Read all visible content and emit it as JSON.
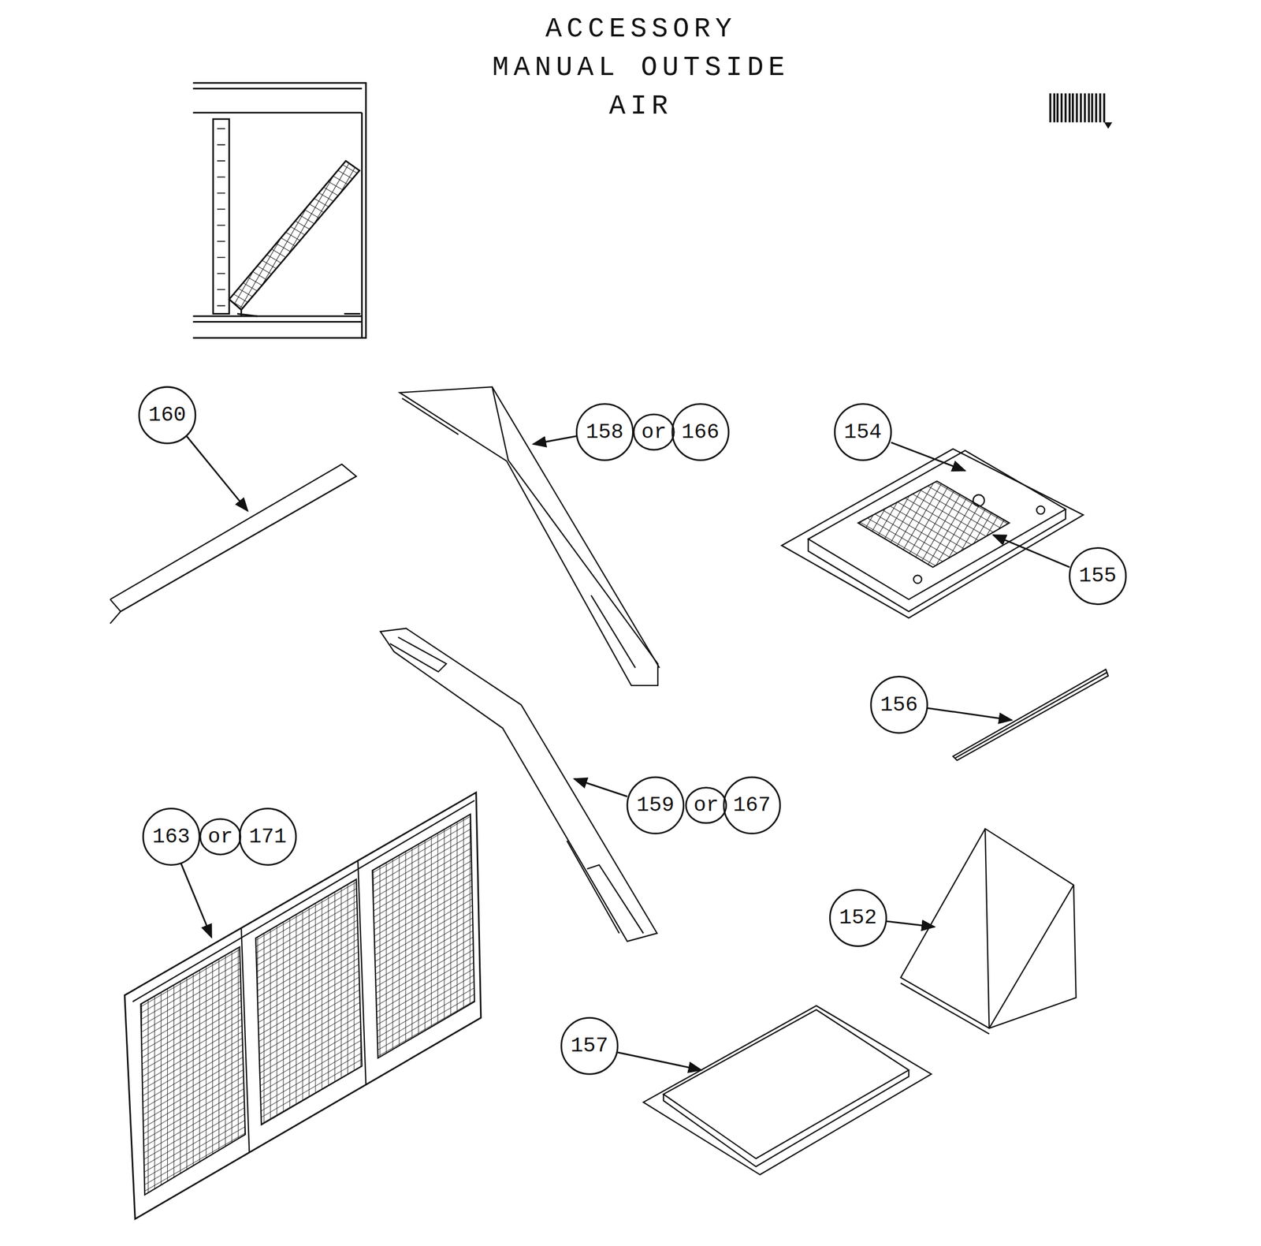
{
  "diagram": {
    "title": "ACCESSORY MANUAL OUTSIDE AIR",
    "labels": [
      "160",
      "158",
      "or",
      "166",
      "154",
      "155",
      "156",
      "159",
      "or",
      "167",
      "163",
      "or",
      "171",
      "152",
      "157"
    ]
  }
}
